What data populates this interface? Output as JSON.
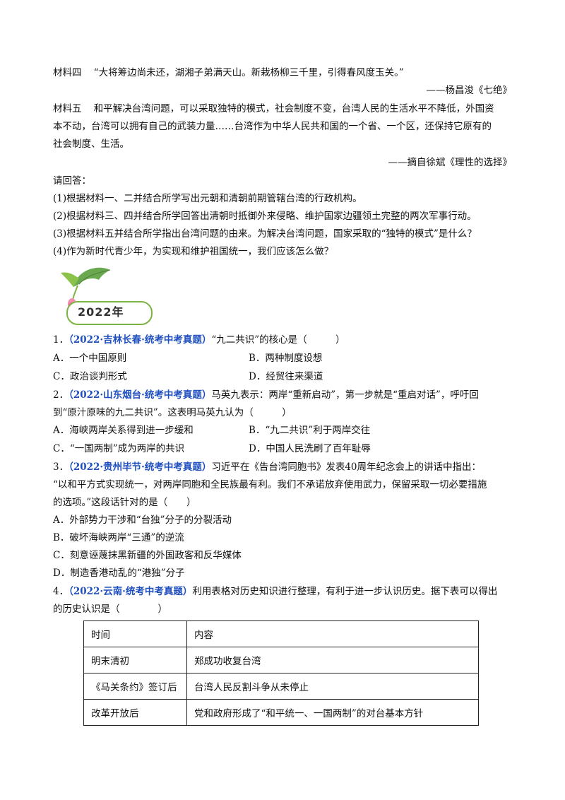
{
  "materials": {
    "m4_label": "材料四",
    "m4_text": "“大将筹边尚未还，湖湘子弟满天山。新栽杨柳三千里，引得春风度玉关。”",
    "m4_source": "——杨昌浚《七绝》",
    "m5_label": "材料五",
    "m5_line1": "和平解决台湾问题，可以采取独特的模式，社会制度不变，台湾人民的生活水平不降低，外国资",
    "m5_line2": "本不动，台湾可以拥有自己的武装力量……台湾作为中华人民共和国的一个省、一个区，还保持它原有的",
    "m5_line3": "社会制度、生活。",
    "m5_source": "——摘自徐斌《理性的选择》"
  },
  "prompt": "请回答：",
  "questions": [
    "(1)根据材料一、二并结合所学写出元朝和清朝前期管辖台湾的行政机构。",
    "(2)根据材料三、四并结合所学回答出清朝时抵御外来侵略、维护国家边疆领土完整的两次军事行动。",
    "(3)根据材料五并结合所学指出台湾问题的由来。为解决台湾问题，国家采取的“独特的模式”是什么？",
    "(4)作为新时代青少年，为实现和维护祖国统一，我们应该怎么做？"
  ],
  "year_banner": "2022年",
  "items": [
    {
      "num": "1．",
      "tag": "（2022·吉林长春·统考中考真题）",
      "stem": [
        "“九二共识”的核心是（　　　）"
      ],
      "options": [
        "A．一个中国原则",
        "B．两种制度设想",
        "C．政治谈判形式",
        "D．经贸往来渠道"
      ]
    },
    {
      "num": "2．",
      "tag": "（2022·山东烟台·统考中考真题）",
      "stem": [
        "马英九表示：两岸“重新启动”，第一步就是“重启对话”，呼吁回",
        "到“原汁原味的九二共识”。这表明马英九认为（　　　）"
      ],
      "options": [
        "A．海峡两岸关系得到进一步缓和",
        "B．“九二共识”利于两岸交往",
        "C．“一国两制”成为两岸的共识",
        "D．中国人民洗刷了百年耻辱"
      ]
    },
    {
      "num": "3．",
      "tag": "（2022·贵州毕节·统考中考真题）",
      "stem": [
        "习近平在《告台湾同胞书》发表40周年纪念会上的讲话中指出：",
        "“以和平方式实现统一，对两岸同胞和全民族最有利。我们不承诺放弃使用武力，保留采取一切必要措施",
        "的选项。”这段话针对的是（　　）"
      ],
      "options": [
        "A．外部势力干涉和“台独”分子的分裂活动",
        "B．破坏海峡两岸“三通”的逆流",
        "C．刻意诬蔑抹黑新疆的外国政客和反华媒体",
        "D．制造香港动乱的“港独”分子"
      ]
    },
    {
      "num": "4．",
      "tag": "（2022·云南·统考中考真题）",
      "stem": [
        "利用表格对历史知识进行整理，有利于进一步认识历史。据下表可以得出",
        "的历史认识是（　　　　）"
      ],
      "table": {
        "headers": [
          "时间",
          "内容"
        ],
        "rows": [
          [
            "明末清初",
            "郑成功收复台湾"
          ],
          [
            "《马关条约》签订后",
            "台湾人民反割斗争从未停止"
          ],
          [
            "改革开放后",
            "党和政府形成了“和平统一、一国两制”的对台基本方针"
          ]
        ]
      }
    }
  ],
  "colors": {
    "tag_blue": "#1f4fbf",
    "banner_green": "#7cb342"
  }
}
